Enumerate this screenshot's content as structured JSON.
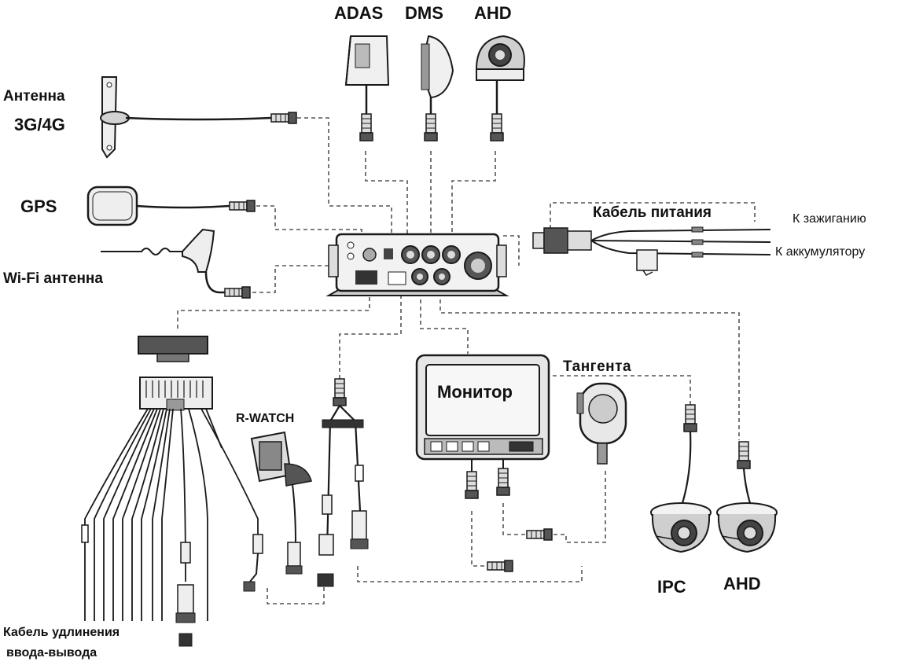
{
  "labels": {
    "antenna_line1": "Антенна",
    "antenna_line2": "3G/4G",
    "gps": "GPS",
    "wifi": "Wi-Fi антенна",
    "adas": "ADAS",
    "dms": "DMS",
    "ahd_top": "AHD",
    "power_cable": "Кабель питания",
    "ignition": "К зажиганию",
    "battery": "К аккумулятору",
    "monitor": "Монитор",
    "tangenta": "Тангента",
    "rwatch": "R-WATCH",
    "ipc": "IPC",
    "ahd_bottom": "AHD",
    "io_cable_line1": "Кабель удлинения",
    "io_cable_line2": "ввода-вывода"
  },
  "colors": {
    "line": "#1a1a1a",
    "dashed": "#555555",
    "fill_light": "#eeeeee",
    "fill_mid": "#d2d2d2",
    "fill_dark": "#6b6b6b"
  }
}
